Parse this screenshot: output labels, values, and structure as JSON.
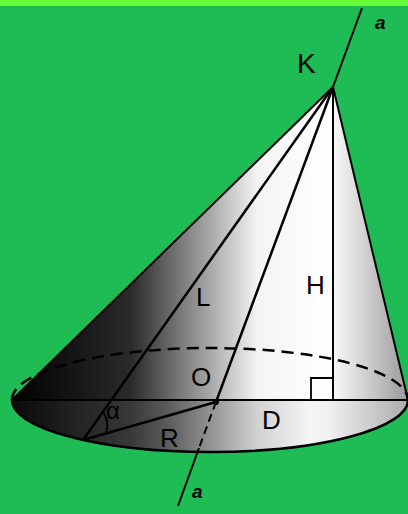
{
  "diagram": {
    "labels": [
      "K",
      "a",
      "L",
      "H",
      "O",
      "α",
      "R",
      "D",
      "a"
    ]
  }
}
